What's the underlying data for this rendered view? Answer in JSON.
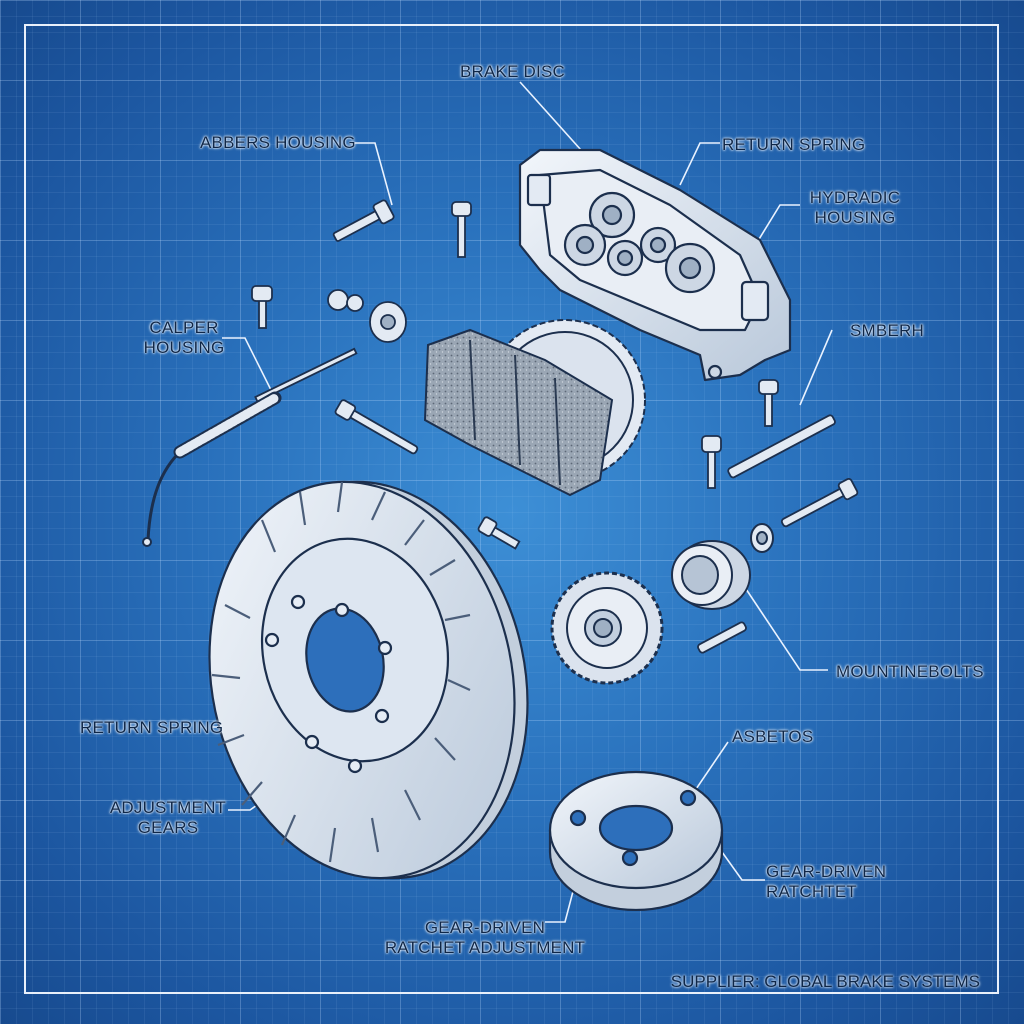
{
  "diagram": {
    "labels": {
      "brake_disc": "BRAKE DISC",
      "abbers_housing": "ABBERS HOUSING",
      "return_spring_top": "RETURN SPRING",
      "hydradic_line1": "HYDRADIC",
      "hydradic_line2": "HOUSING",
      "calper_line1": "CALPER",
      "calper_line2": "HOUSING",
      "smberh": "SMBERH",
      "mounting_bolts": "MOUNTINEBOLTS",
      "return_spring_left": "RETURN SPRING",
      "adjustment_line1": "ADJUSTMENT",
      "adjustment_line2": "GEARS",
      "asbetos": "ASBETOS",
      "gear_ratchet_line1": "GEAR-DRIVEN",
      "gear_ratchet_line2": "RATCHTET",
      "gear_adjust_line1": "GEAR-DRIVEN",
      "gear_adjust_line2": "RATCHET ADJUSTMENT"
    },
    "supplier": "SUPPLIER: GLOBAL BRAKE SYSTEMS"
  },
  "colors": {
    "background": "#2a72bd",
    "part_fill": "#dde7f3",
    "outline": "#1c2f4d",
    "label_text": "#0f2748",
    "frame": "#e8f0fb"
  }
}
